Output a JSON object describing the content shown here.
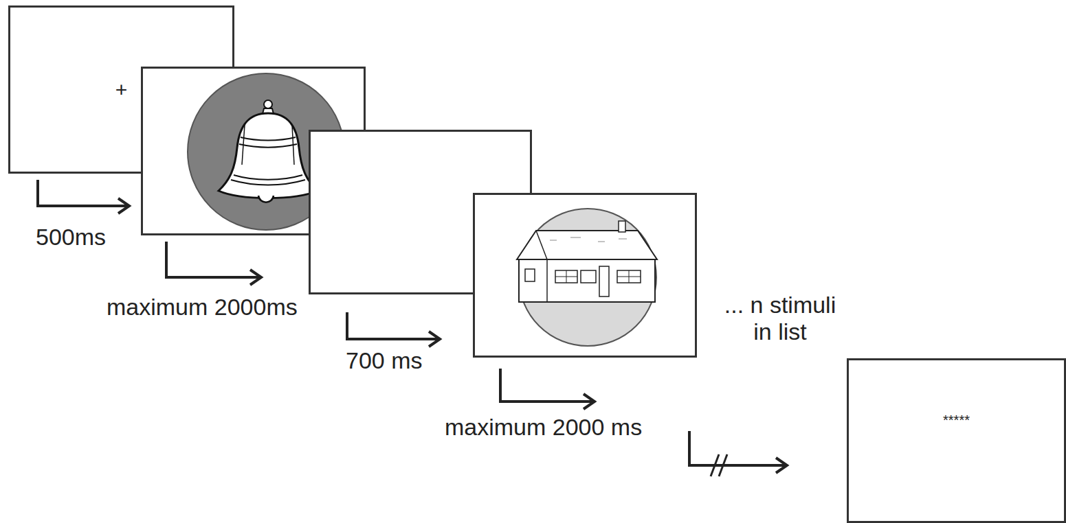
{
  "diagram": {
    "nodes": [
      {
        "text": [
          "+"
        ]
      },
      {
        "text": [
          "*****"
        ]
      }
    ],
    "labels": [
      "500ms",
      "maximum 2000ms",
      "700 ms",
      "maximum 2000 ms",
      "... n stimuli in list"
    ]
  }
}
